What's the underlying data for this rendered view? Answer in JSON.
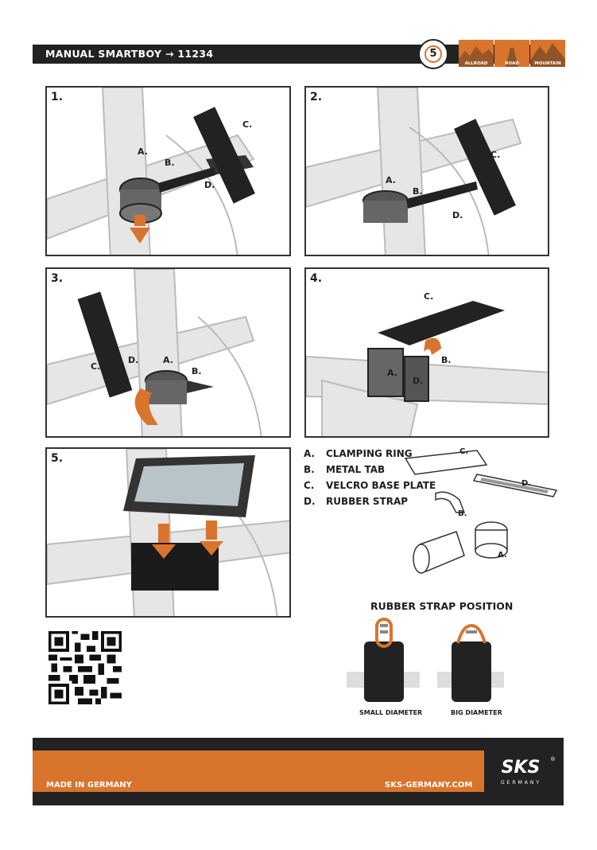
{
  "header": {
    "title": "MANUAL SMARTBOY → 11234",
    "warranty_number": "5",
    "terrain": [
      "ALLROAD",
      "ROAD",
      "MOUNTAIN"
    ]
  },
  "steps": [
    {
      "number": "1.",
      "labels": [
        "A.",
        "B.",
        "C.",
        "D."
      ]
    },
    {
      "number": "2.",
      "labels": [
        "A.",
        "B.",
        "C.",
        "D."
      ]
    },
    {
      "number": "3.",
      "labels": [
        "C.",
        "D.",
        "A.",
        "B."
      ]
    },
    {
      "number": "4.",
      "labels": [
        "C.",
        "B.",
        "A.",
        "D."
      ]
    },
    {
      "number": "5."
    }
  ],
  "legend": [
    {
      "letter": "A.",
      "text": "CLAMPING RING"
    },
    {
      "letter": "B.",
      "text": "METAL TAB"
    },
    {
      "letter": "C.",
      "text": "VELCRO BASE PLATE"
    },
    {
      "letter": "D.",
      "text": "RUBBER STRAP"
    }
  ],
  "parts_labels": {
    "a": "A.",
    "b": "B.",
    "c": "C.",
    "d": "D."
  },
  "strap_position": {
    "title": "RUBBER STRAP POSITION",
    "small": "SMALL DIAMETER",
    "big": "BIG DIAMETER"
  },
  "footer": {
    "made_in": "MADE IN GERMANY",
    "website": "SKS-GERMANY.COM",
    "logo": "SKS",
    "logo_sub": "GERMANY",
    "reg": "®"
  },
  "colors": {
    "accent": "#d9742c",
    "dark": "#222222",
    "line": "#333333"
  }
}
